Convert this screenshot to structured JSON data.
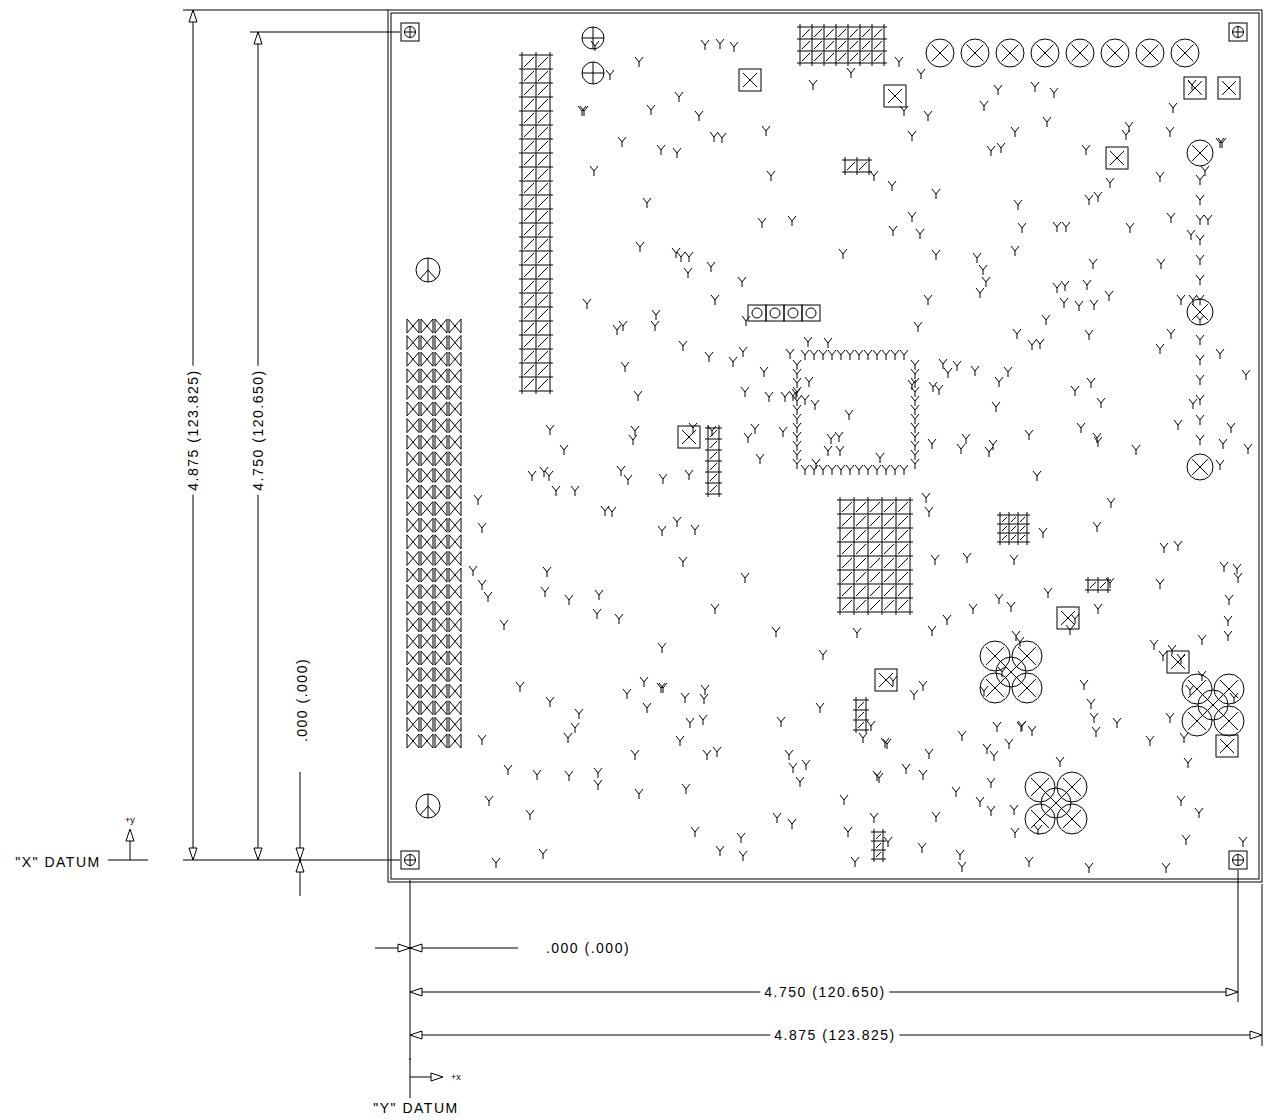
{
  "diagram": {
    "labels": [
      "4.875 (123.825)",
      "4.750 (120.650)",
      ".000 (.000)",
      "\"X\" DATUM",
      "+y",
      ".000 (.000)",
      "4.750 (120.650)",
      "4.875 (123.825)",
      "+x",
      "\"Y\" DATUM"
    ]
  }
}
